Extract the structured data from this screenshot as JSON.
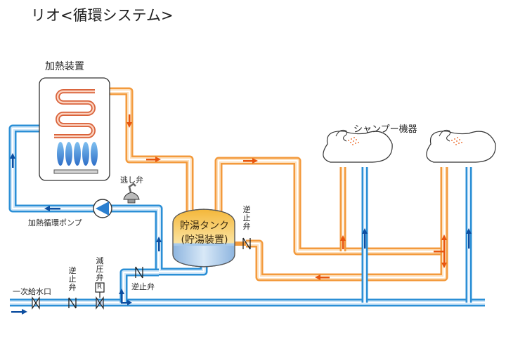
{
  "title": "リオ<循環システム>",
  "labels": {
    "heater": "加熱装置",
    "shampoo": "シャンプー機器",
    "relief_valve": "逃し弁",
    "pump": "加熱循環ポンプ",
    "tank_line1": "貯湯タンク",
    "tank_line2": "(貯湯装置)",
    "check_valve_tank": "逆止弁",
    "check_valve_bottom": "逆止弁",
    "check_valve_inlet": "逆止弁",
    "pressure_reducing_valve": "減圧弁",
    "pressure_reducing_mark": "R",
    "primary_inlet": "一次給水口"
  },
  "colors": {
    "hot_pipe": "#f39a3c",
    "cold_pipe": "#2b8fd6",
    "hot_arrow": "#e8560f",
    "cold_arrow": "#0d4ea0",
    "coil": "#d9623a",
    "flame": "#4a9be0",
    "tank_top": "#f6c24a",
    "tank_bottom": "#9cc4e8"
  }
}
